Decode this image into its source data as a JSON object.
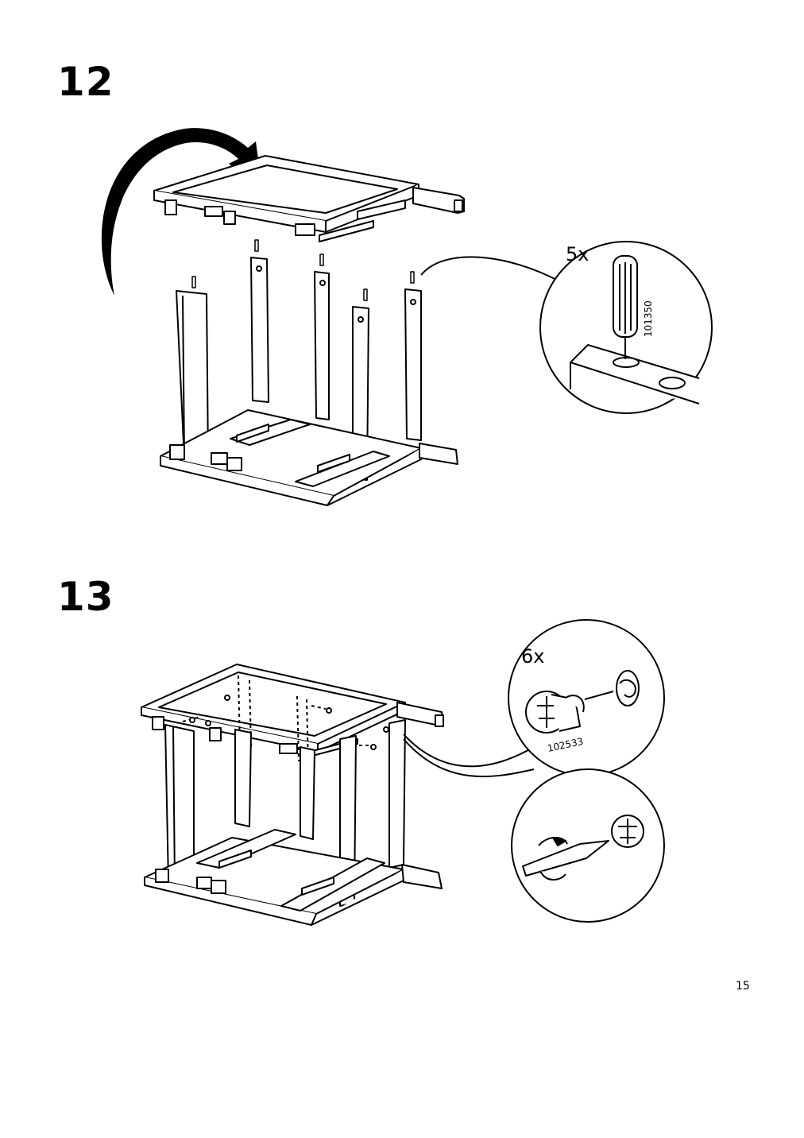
{
  "page": {
    "page_number": "15"
  },
  "steps": [
    {
      "number": "12",
      "quantity": "5x",
      "part_id": "101350"
    },
    {
      "number": "13",
      "quantity": "6x",
      "part_id": "102533"
    }
  ]
}
